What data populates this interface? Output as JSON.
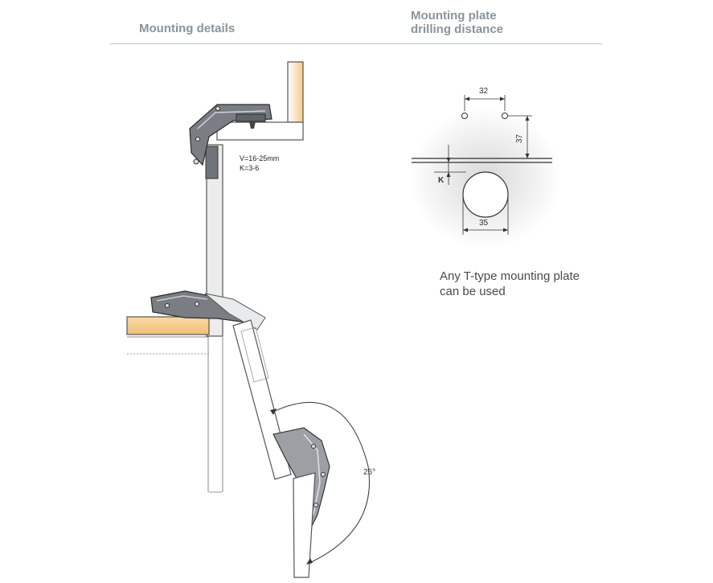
{
  "headers": {
    "left": "Mounting details",
    "right_line1": "Mounting plate",
    "right_line2": "drilling distance"
  },
  "spec": {
    "v_label": "V=16-25mm",
    "k_label": "K=3-6"
  },
  "dimensions": {
    "plate_spacing": "32",
    "plate_offset": "37",
    "cup_diameter": "35",
    "k_marker": "K"
  },
  "angle_label": "25°",
  "note": {
    "line1": "Any T-type mounting plate",
    "line2": "can be used"
  },
  "colors": {
    "header": "#8a939c",
    "wood": "#f4c98a",
    "metal": "#7a7e84"
  }
}
